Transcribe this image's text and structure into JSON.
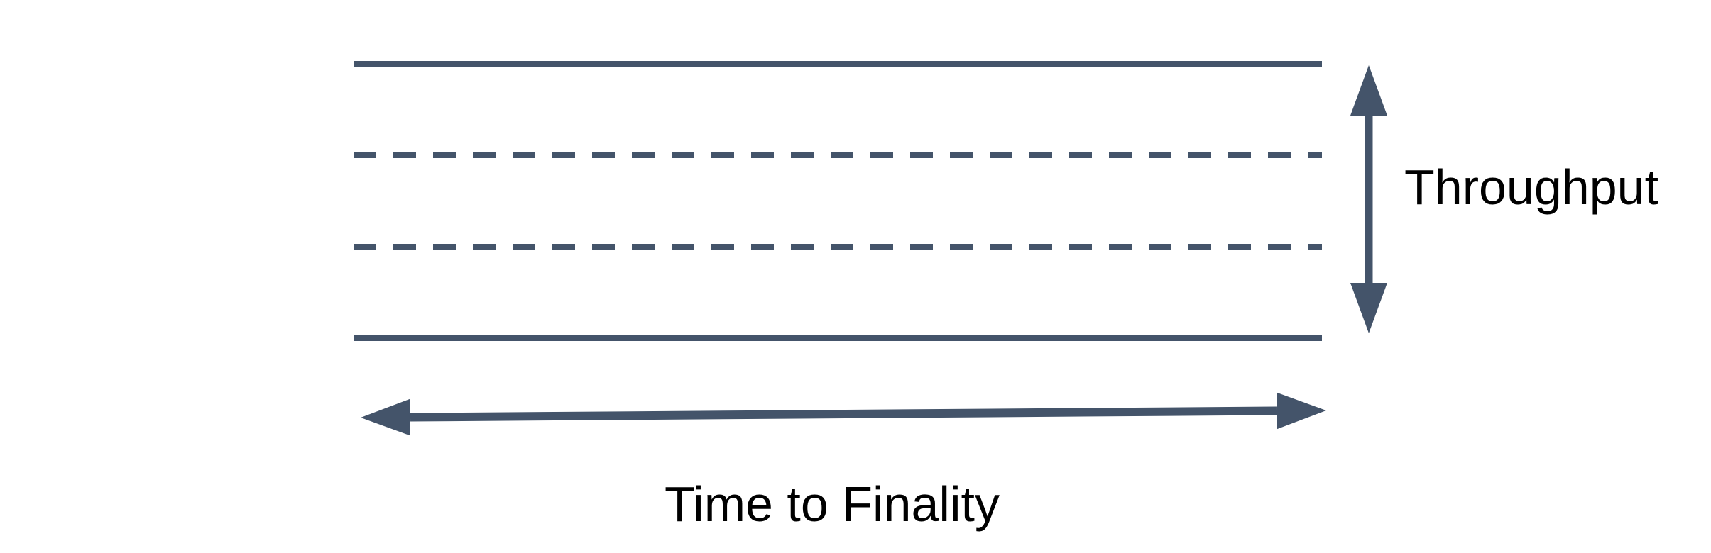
{
  "diagram": {
    "title": "Blockchain lanes diagram: Throughput vs Time to Finality",
    "background_color": "#ffffff",
    "stroke_color": "#44546A",
    "text_color": "#000000",
    "labels": {
      "throughput": "Throughput",
      "time_to_finality": "Time to Finality"
    },
    "elements": [
      "top-boundary-line",
      "dashed-lane-line-1",
      "dashed-lane-line-2",
      "bottom-boundary-line",
      "throughput-vertical-double-arrow",
      "time-to-finality-horizontal-double-arrow"
    ]
  }
}
